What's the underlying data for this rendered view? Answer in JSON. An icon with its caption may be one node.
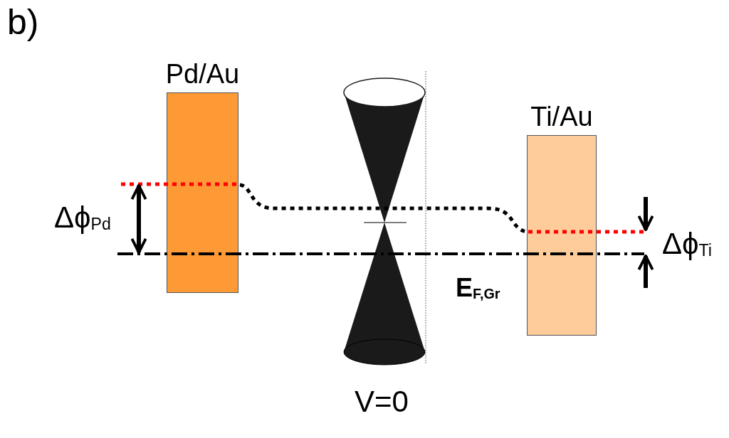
{
  "diagram": {
    "nodes": [
      {
        "text": [
          "Pd/Au"
        ]
      },
      {
        "text": [
          "Ti/Au"
        ]
      }
    ],
    "labels": [
      "b)",
      "Δϕ$_{Pd}$",
      "E$_{F,Gr}$",
      "V=0",
      "Δϕ$_{Ti}$"
    ]
  }
}
